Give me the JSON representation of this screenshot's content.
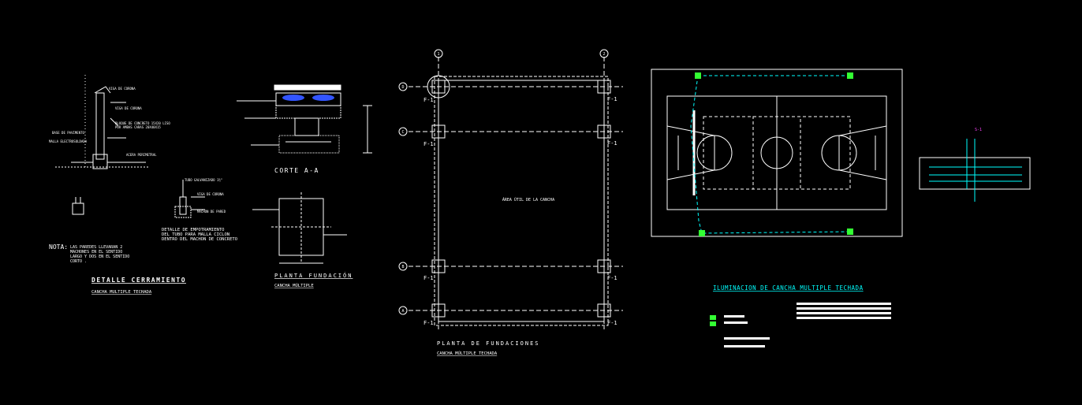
{
  "colors": {
    "background": "#000000",
    "line": "#ffffff",
    "accent": "#00ffff",
    "green": "#33ff33",
    "blue": "#3355ff",
    "magenta": "#ff44ff"
  },
  "detail_cerramiento": {
    "title": "DETALLE CERRAMIENTO",
    "subtitle": "CANCHA MULTIPLE TECHADA",
    "note_label": "NOTA:",
    "note_lines": [
      "LAS PAREDES LLEVARAN 2",
      "MACHONES EN EL SENTIDO",
      "LARGO Y DOS EN EL SENTIDO",
      "CORTO ."
    ],
    "labels": {
      "viga_corona": "VIGA DE CORONA",
      "bloque": "BLOQUE DE CONCRETO 15X20 LISO",
      "bloque2": "POR AMBAS CARAS 20X40X15",
      "base_pavimento": "BASE DE PAVIMENTO",
      "malla": "MALLA ELECTROSOLDADA",
      "acera": "ACERA PERIMETRAL",
      "empotramiento_1": "DETALLE DE EMPOTRAMIENTO",
      "empotramiento_2": "DEL TUBO PARA MALLA CICLON",
      "empotramiento_3": "DENTRO DEL MACHON DE CONCRETO",
      "tubo": "TUBO GALVANIZADO 1½\"",
      "machon": "MACHON DE PARED"
    }
  },
  "corte_a_a": {
    "title": "CORTE A-A"
  },
  "planta_fundacion": {
    "title": "PLANTA FUNDACIÓN",
    "subtitle": "CANCHA MÚLTIPLE"
  },
  "planta_fundaciones": {
    "title": "PLANTA DE FUNDACIONES",
    "subtitle": "CANCHA MÚLTIPLE TECHADA",
    "center_label": "ÁREA ÚTIL DE LA CANCHA",
    "footing_label": "F-1",
    "col_axes": [
      "1",
      "2"
    ],
    "row_axes": [
      "D",
      "C",
      "B",
      "A"
    ]
  },
  "iluminacion": {
    "title": "ILUMINACION DE CANCHA MULTIPLE TECHADA"
  },
  "diagrama": {
    "title": "S-1"
  }
}
